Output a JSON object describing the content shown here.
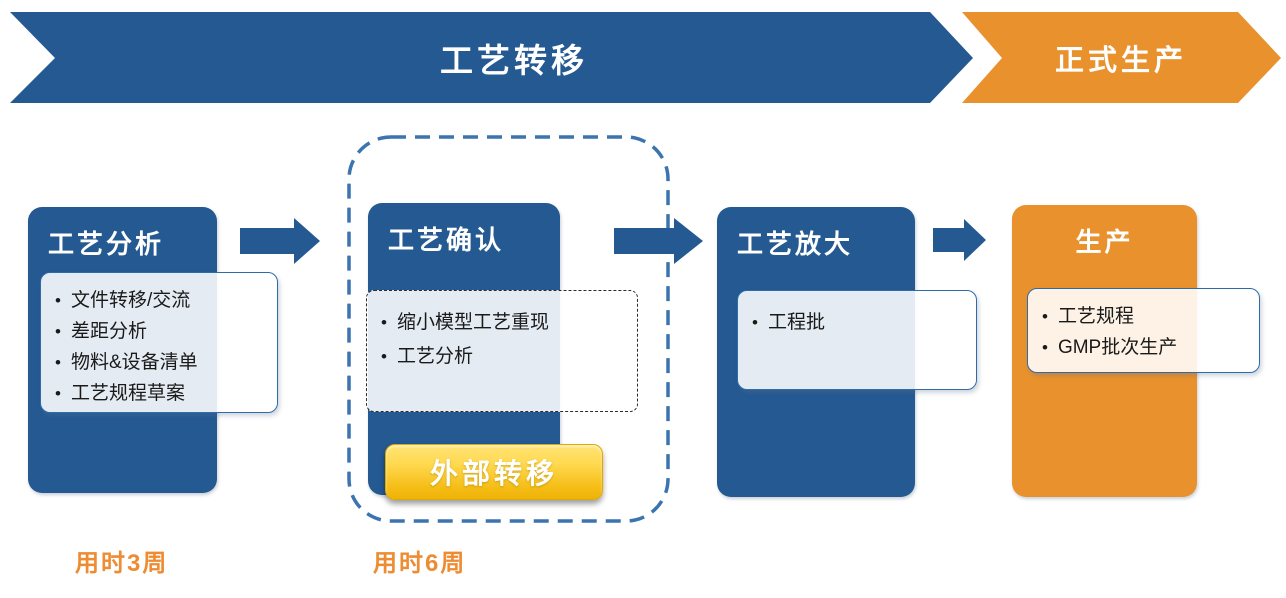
{
  "banner": {
    "process_transfer_label": "工艺转移",
    "formal_production_label": "正式生产"
  },
  "stages": [
    {
      "title": "工艺分析",
      "items": [
        "文件转移/交流",
        "差距分析",
        "物料&设备清单",
        "工艺规程草案"
      ]
    },
    {
      "title": "工艺确认",
      "items": [
        "缩小模型工艺重现",
        "工艺分析"
      ],
      "button_label": "外部转移"
    },
    {
      "title": "工艺放大",
      "items": [
        "工程批"
      ]
    },
    {
      "title": "生产",
      "items": [
        "工艺规程",
        "GMP批次生产"
      ]
    }
  ],
  "durations": {
    "stage1": "用时3周",
    "stage2": "用时6周"
  },
  "colors": {
    "primary_blue": "#255992",
    "accent_orange": "#E8912D",
    "button_gold_top": "#FFDD66",
    "button_gold_bottom": "#EEB30A",
    "duration_text": "#ED8C32",
    "dashed_border_blue": "#3B74AE",
    "list_border_blue": "#2E6CA8"
  }
}
